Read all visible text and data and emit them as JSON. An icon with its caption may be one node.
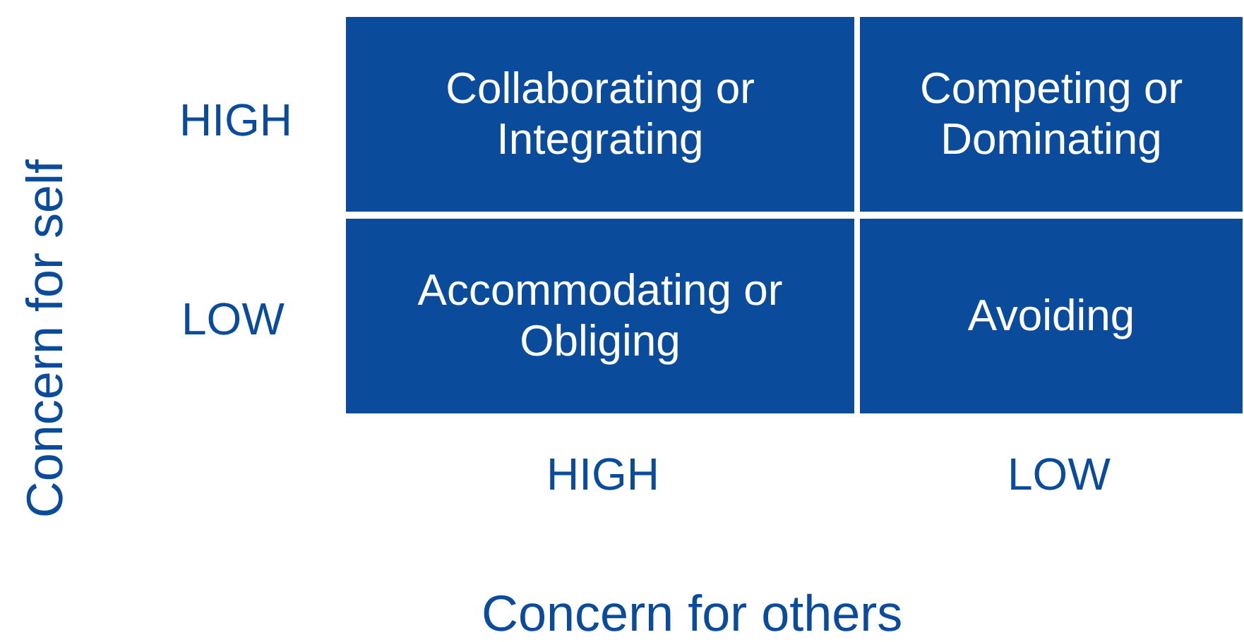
{
  "diagram": {
    "nodes": [
      {
        "text": [
          "Collaborating or Integrating"
        ]
      },
      {
        "text": [
          "Competing or Dominating"
        ]
      },
      {
        "text": [
          "Accommodating or Obliging"
        ]
      },
      {
        "text": [
          "Avoiding"
        ]
      }
    ],
    "edges": [],
    "labels": [
      "HIGH",
      "LOW",
      "HIGH",
      "LOW",
      "Concern for self",
      "Concern for others"
    ]
  }
}
